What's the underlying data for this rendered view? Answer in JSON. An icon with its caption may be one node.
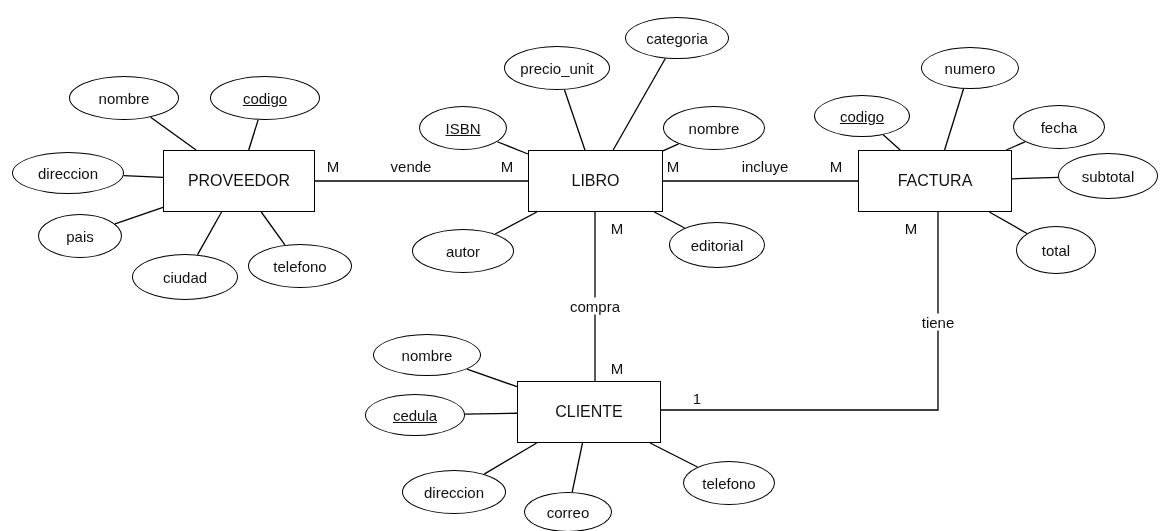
{
  "diagram": {
    "nodes": [
      {
        "text": [
          "PROVEEDOR"
        ]
      },
      {
        "text": [
          "LIBRO"
        ]
      },
      {
        "text": [
          "FACTURA"
        ]
      },
      {
        "text": [
          "CLIENTE"
        ]
      },
      {
        "text": [
          "nombre"
        ]
      },
      {
        "text": [
          "codigo"
        ]
      },
      {
        "text": [
          "direccion"
        ]
      },
      {
        "text": [
          "pais"
        ]
      },
      {
        "text": [
          "ciudad"
        ]
      },
      {
        "text": [
          "telefono"
        ]
      },
      {
        "text": [
          "ISBN"
        ]
      },
      {
        "text": [
          "precio_unit"
        ]
      },
      {
        "text": [
          "categoria"
        ]
      },
      {
        "text": [
          "nombre"
        ]
      },
      {
        "text": [
          "autor"
        ]
      },
      {
        "text": [
          "editorial"
        ]
      },
      {
        "text": [
          "codigo"
        ]
      },
      {
        "text": [
          "numero"
        ]
      },
      {
        "text": [
          "fecha"
        ]
      },
      {
        "text": [
          "subtotal"
        ]
      },
      {
        "text": [
          "total"
        ]
      },
      {
        "text": [
          "nombre"
        ]
      },
      {
        "text": [
          "cedula"
        ]
      },
      {
        "text": [
          "direccion"
        ]
      },
      {
        "text": [
          "correo"
        ]
      },
      {
        "text": [
          "telefono"
        ]
      }
    ],
    "edges": [
      {
        "from": 0,
        "to": 1,
        "arrow": "none",
        "label": "vende"
      },
      {
        "from": 1,
        "to": 2,
        "arrow": "none",
        "label": "incluye"
      },
      {
        "from": 1,
        "to": 3,
        "arrow": "none",
        "label": "compra"
      },
      {
        "from": 2,
        "to": 3,
        "arrow": "none",
        "label": "tiene"
      },
      {
        "from": 0,
        "to": 4,
        "arrow": "none"
      },
      {
        "from": 0,
        "to": 5,
        "arrow": "none"
      },
      {
        "from": 0,
        "to": 6,
        "arrow": "none"
      },
      {
        "from": 0,
        "to": 7,
        "arrow": "none"
      },
      {
        "from": 0,
        "to": 8,
        "arrow": "none"
      },
      {
        "from": 0,
        "to": 9,
        "arrow": "none"
      },
      {
        "from": 1,
        "to": 10,
        "arrow": "none"
      },
      {
        "from": 1,
        "to": 11,
        "arrow": "none"
      },
      {
        "from": 1,
        "to": 12,
        "arrow": "none"
      },
      {
        "from": 1,
        "to": 13,
        "arrow": "none"
      },
      {
        "from": 1,
        "to": 14,
        "arrow": "none"
      },
      {
        "from": 1,
        "to": 15,
        "arrow": "none"
      },
      {
        "from": 2,
        "to": 16,
        "arrow": "none"
      },
      {
        "from": 2,
        "to": 17,
        "arrow": "none"
      },
      {
        "from": 2,
        "to": 18,
        "arrow": "none"
      },
      {
        "from": 2,
        "to": 19,
        "arrow": "none"
      },
      {
        "from": 2,
        "to": 20,
        "arrow": "none"
      },
      {
        "from": 3,
        "to": 21,
        "arrow": "none"
      },
      {
        "from": 3,
        "to": 22,
        "arrow": "none"
      },
      {
        "from": 3,
        "to": 23,
        "arrow": "none"
      },
      {
        "from": 3,
        "to": 24,
        "arrow": "none"
      },
      {
        "from": 3,
        "to": 25,
        "arrow": "none"
      }
    ],
    "labels": [
      "M",
      "M",
      "M",
      "M",
      "M",
      "M",
      "M",
      "1"
    ]
  }
}
